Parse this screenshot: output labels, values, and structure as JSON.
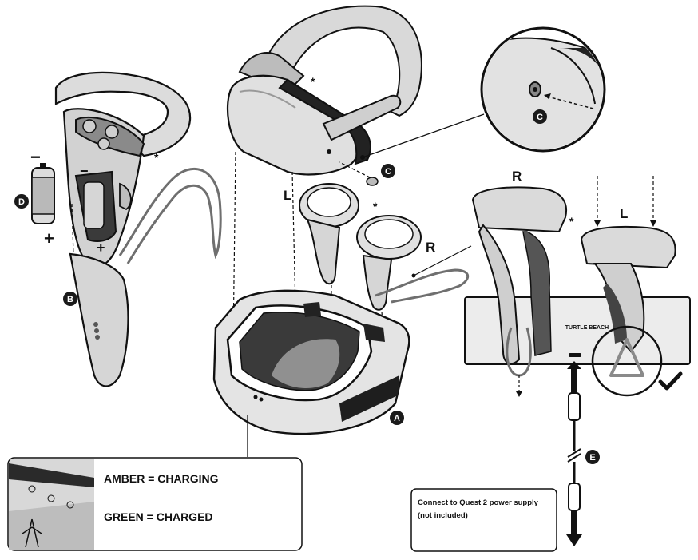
{
  "labels": {
    "star": "*",
    "left": "L",
    "right": "R",
    "minus": "−",
    "plus": "+",
    "brand": "TURTLE BEACH"
  },
  "badges": {
    "a": "A",
    "b": "B",
    "c": "C",
    "d": "D",
    "e": "E"
  },
  "led_legend": {
    "amber": "AMBER = CHARGING",
    "green": "GREEN = CHARGED"
  },
  "power_note": {
    "line1": "Connect to Quest 2 power supply",
    "line2": "(not included)"
  },
  "colors": {
    "ink": "#111111",
    "plastic": "#d9d9d9",
    "plastic_dark": "#a9a9a9",
    "shadow": "#5a5a5a",
    "badge": "#1a1a1a"
  }
}
